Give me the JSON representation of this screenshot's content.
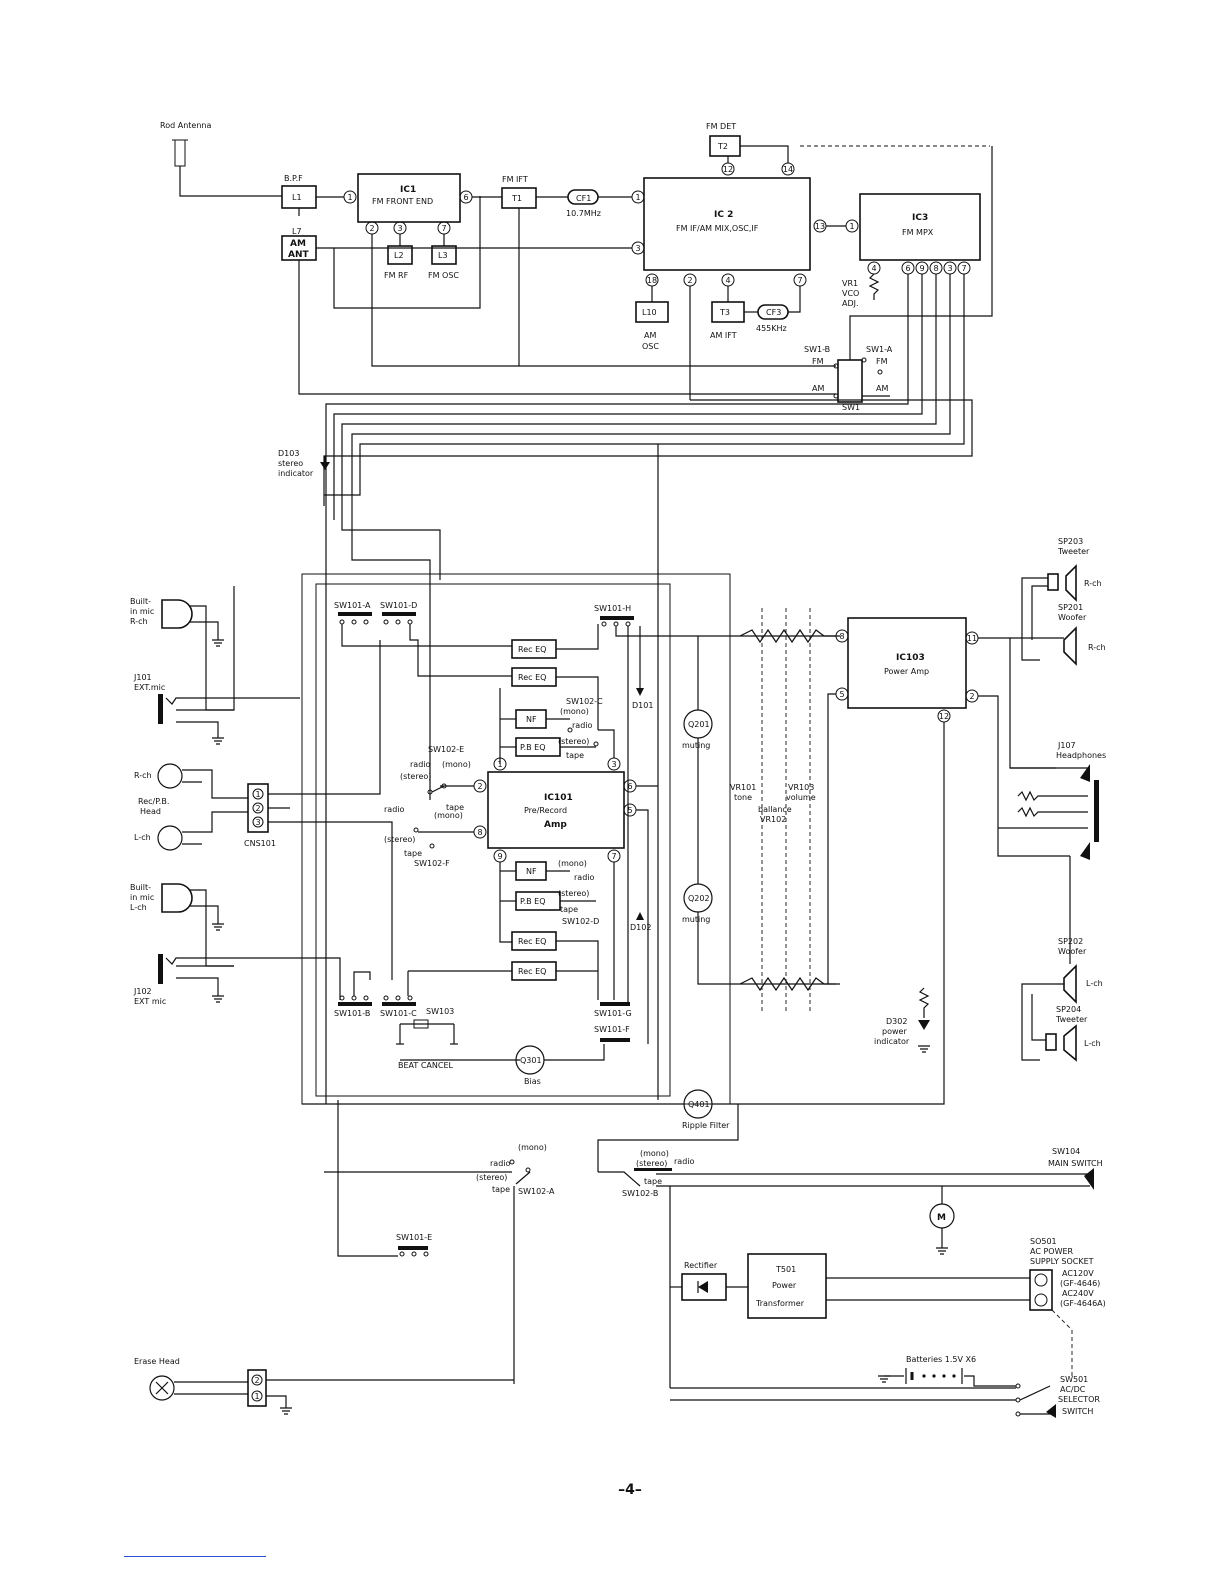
{
  "labels": {
    "rod_antenna": "Rod Antenna",
    "bpf": "B.P.F",
    "l1": "L1",
    "l7": "L7",
    "am_ant_1": "AM",
    "am_ant_2": "ANT",
    "ic1_1": "IC1",
    "ic1_2": "FM FRONT END",
    "l2": "L2",
    "l3": "L3",
    "fm_rf": "FM RF",
    "fm_osc": "FM OSC",
    "fm_ift": "FM IFT",
    "t1": "T1",
    "cf1": "CF1",
    "cf1_freq": "10.7MHz",
    "fm_det": "FM DET",
    "t2": "T2",
    "ic2_1": "IC 2",
    "ic2_2": "FM IF/AM MIX,OSC,IF",
    "l10": "L10",
    "am_osc_1": "AM",
    "am_osc_2": "OSC",
    "t3": "T3",
    "am_ift": "AM IFT",
    "cf3": "CF3",
    "cf3_freq": "455KHz",
    "ic3_1": "IC3",
    "ic3_2": "FM MPX",
    "vr1_1": "VR1",
    "vr1_2": "VCO",
    "vr1_3": "ADJ.",
    "sw1b": "SW1-B",
    "sw1a": "SW1-A",
    "fm1": "FM",
    "fm2": "FM",
    "am1": "AM",
    "am2": "AM",
    "sw1": "SW1",
    "d103_1": "D103",
    "d103_2": "stereo",
    "d103_3": "indicator",
    "mic_r_1": "Built-",
    "mic_r_2": "in mic",
    "mic_r_3": "R-ch",
    "j101_1": "J101",
    "j101_2": "EXT.mic",
    "r_ch": "R-ch",
    "rec_pb_1": "Rec/P.B.",
    "rec_pb_2": "Head",
    "l_ch": "L-ch",
    "cns101": "CNS101",
    "mic_l_1": "Built-",
    "mic_l_2": "in mic",
    "mic_l_3": "L-ch",
    "j102_1": "J102",
    "j102_2": "EXT mic",
    "sw101a": "SW101-A",
    "sw101d": "SW101-D",
    "sw101h": "SW101-H",
    "rec_eq": "Rec EQ",
    "nf": "NF",
    "pb_eq": "P.B EQ",
    "sw102c": "SW102-C",
    "mono": "(mono)",
    "radio": "radio",
    "stereo": "(stereo)",
    "tape": "tape",
    "sw102e": "SW102-E",
    "sw102f": "SW102-F",
    "sw102d": "SW102-D",
    "ic101_1": "IC101",
    "ic101_2": "Pre/Record",
    "ic101_3": "Amp",
    "d101": "D101",
    "d102": "D102",
    "q201": "Q201",
    "q202": "Q202",
    "muting": "muting",
    "vr101_1": "VR101",
    "vr101_2": "tone",
    "vr103_1": "VR103",
    "vr103_2": "volume",
    "vr102_1": "ballance",
    "vr102_2": "VR102",
    "ic103_1": "IC103",
    "ic103_2": "Power Amp",
    "sp203_1": "SP203",
    "sp203_2": "Tweeter",
    "sp201_1": "SP201",
    "sp201_2": "Woofer",
    "j107_1": "J107",
    "j107_2": "Headphones",
    "sp202_1": "SP202",
    "sp202_2": "Woofer",
    "sp204_1": "SP204",
    "sp204_2": "Tweeter",
    "d302_1": "D302",
    "d302_2": "power",
    "d302_3": "indicator",
    "sw101b": "SW101-B",
    "sw101c": "SW101-C",
    "sw103": "SW103",
    "sw101g": "SW101-G",
    "sw101f": "SW101-F",
    "beat_cancel": "BEAT CANCEL",
    "q301": "Q301",
    "bias": "Bias",
    "q401": "Q401",
    "ripple_filter": "Ripple Filter",
    "sw102a": "SW102-A",
    "sw102b": "SW102-B",
    "sw104_1": "SW104",
    "sw104_2": "MAIN SWITCH",
    "motor": "M",
    "sw101e": "SW101-E",
    "rectifier": "Rectifier",
    "t501_1": "T501",
    "t501_2": "Power",
    "t501_3": "Transformer",
    "so501_1": "SO501",
    "so501_2": "AC POWER",
    "so501_3": "SUPPLY SOCKET",
    "ac120": "AC120V",
    "gf4646": "(GF-4646)",
    "ac240": "AC240V",
    "gf4646a": "(GF-4646A)",
    "batteries": "Batteries 1.5V X6",
    "sw501_1": "SW501",
    "sw501_2": "AC/DC",
    "sw501_3": "SELECTOR",
    "sw501_4": "SWITCH",
    "erase_head": "Erase Head",
    "page_number": "–4–"
  }
}
